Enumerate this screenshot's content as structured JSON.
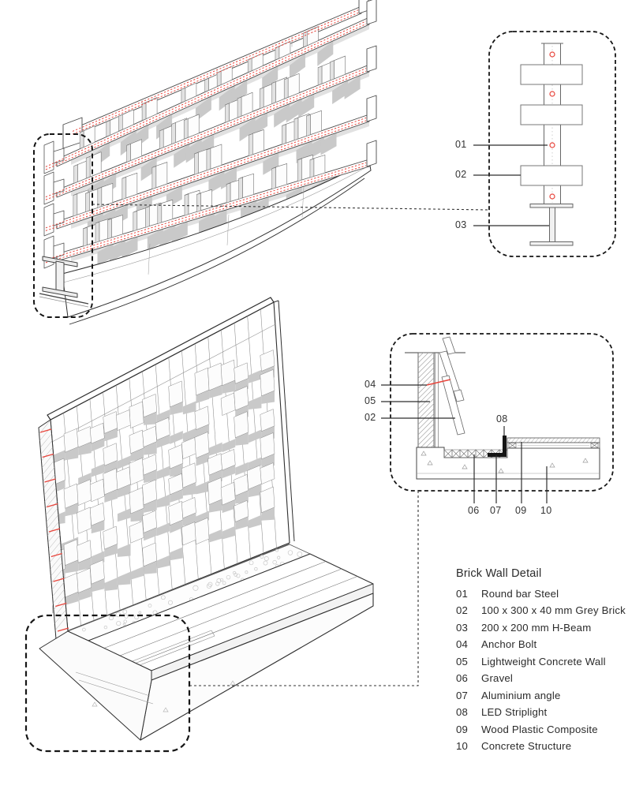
{
  "sheet": {
    "type_label": "Brick Wall Detail"
  },
  "legend": {
    "title": "Brick Wall Detail",
    "items": [
      {
        "num": "01",
        "label": "Round bar Steel"
      },
      {
        "num": "02",
        "label": "100 x 300 x 40 mm Grey Brick"
      },
      {
        "num": "03",
        "label": "200 x 200 mm H-Beam"
      },
      {
        "num": "04",
        "label": "Anchor Bolt"
      },
      {
        "num": "05",
        "label": "Lightweight Concrete Wall"
      },
      {
        "num": "06",
        "label": "Gravel"
      },
      {
        "num": "07",
        "label": "Aluminium angle"
      },
      {
        "num": "08",
        "label": "LED Striplight"
      },
      {
        "num": "09",
        "label": "Wood Plastic Composite"
      },
      {
        "num": "10",
        "label": "Concrete Structure"
      }
    ]
  },
  "annotations": {
    "round_bar": "01",
    "grey_brick": "02",
    "h_beam": "03",
    "anchor_bolt": "04",
    "concrete_wall": "05",
    "gravel": "06",
    "alu_angle": "07",
    "led": "08",
    "wpc": "09",
    "concrete_structure": "10"
  },
  "colors": {
    "accent_red": "#e8453c",
    "line": "#2f2f2f",
    "line_soft": "#6e6e6e",
    "shadow": "#c9c9c9",
    "hatch": "#a3a3a3",
    "leader": "#2d2d2d",
    "callout_dash": "#161616",
    "black_fill": "#151515"
  }
}
